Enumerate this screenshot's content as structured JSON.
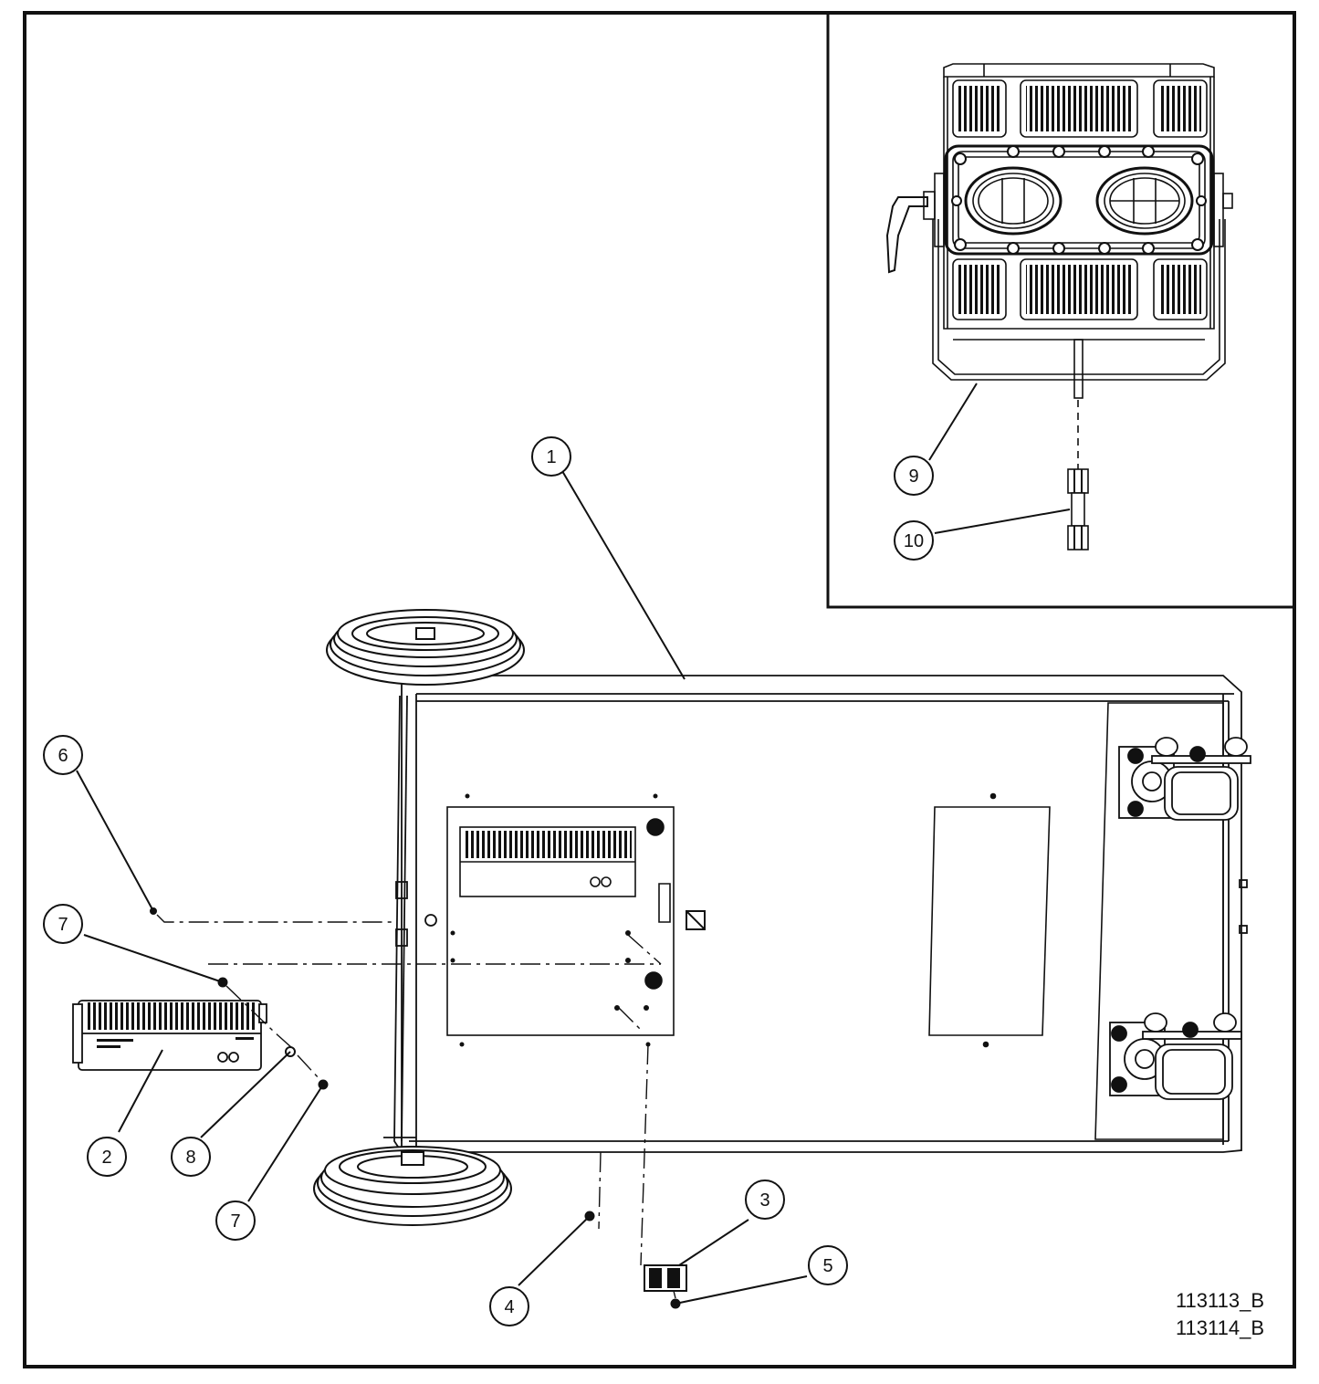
{
  "callouts": {
    "c1": "1",
    "c2": "2",
    "c3": "3",
    "c4": "4",
    "c5": "5",
    "c6": "6",
    "c7a": "7",
    "c7b": "7",
    "c8": "8",
    "c9": "9",
    "c10": "10"
  },
  "drawing_numbers": [
    "113113_B",
    "113114_B"
  ],
  "colors": {
    "ink": "#111111",
    "paper": "#ffffff"
  }
}
